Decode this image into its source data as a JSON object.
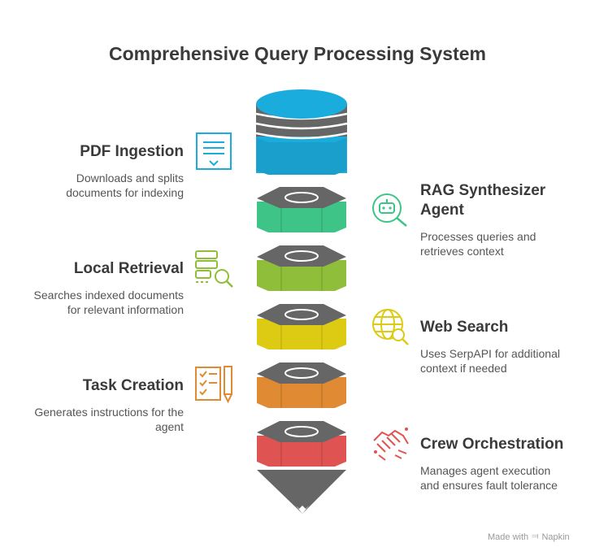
{
  "title": "Comprehensive Query Processing System",
  "steps": [
    {
      "title": "PDF Ingestion",
      "description": "Downloads and splits\ndocuments for indexing",
      "color": "#1AACDC",
      "icon": "document-icon",
      "side": "left"
    },
    {
      "title": "RAG Synthesizer\nAgent",
      "description": "Processes queries and\nretrieves context",
      "color": "#3EC486",
      "icon": "robot-search-icon",
      "side": "right"
    },
    {
      "title": "Local Retrieval",
      "description": "Searches indexed documents\nfor relevant information",
      "color": "#8FBF3A",
      "icon": "database-search-icon",
      "side": "left"
    },
    {
      "title": "Web Search",
      "description": "Uses SerpAPI for additional\ncontext if needed",
      "color": "#DDCA12",
      "icon": "globe-search-icon",
      "side": "right"
    },
    {
      "title": "Task Creation",
      "description": "Generates instructions for the\nagent",
      "color": "#E08A33",
      "icon": "checklist-pen-icon",
      "side": "left"
    },
    {
      "title": "Crew Orchestration",
      "description": "Manages agent execution\nand ensures fault tolerance",
      "color": "#E05353",
      "icon": "handshake-icon",
      "side": "right"
    }
  ],
  "credit": {
    "made_with": "Made with",
    "brand": "Napkin"
  }
}
